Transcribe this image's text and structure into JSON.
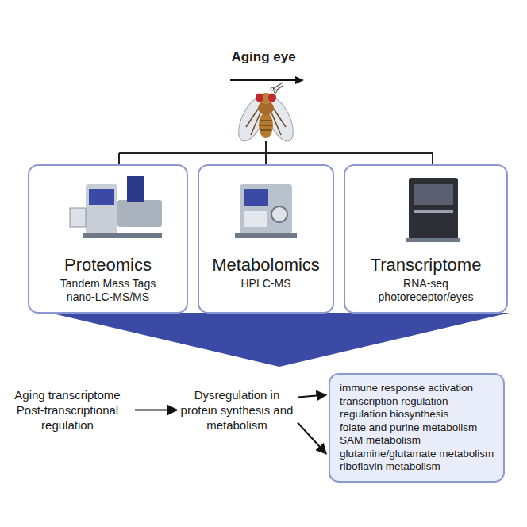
{
  "diagram": {
    "title": "Aging eye",
    "nodes": [
      {
        "text": [
          "Proteomics",
          "Tandem Mass Tags nano-LC-MS/MS"
        ]
      },
      {
        "text": [
          "Metabolomics",
          "HPLC-MS"
        ]
      },
      {
        "text": [
          "Transcriptome",
          "RNA-seq photoreceptor/eyes"
        ]
      },
      {
        "text": [
          "Aging transcriptome Post-transcriptional regulation"
        ]
      },
      {
        "text": [
          "Dysregulation in protein synthesis and metabolism"
        ]
      },
      {
        "text": [
          "immune response activation",
          "transcription regulation",
          "regulation biosynthesis",
          "folate and purine metabolism",
          "SAM metabolism",
          "glutamine/glutamate metabolism",
          "riboflavin metabolism"
        ]
      }
    ],
    "edges": [
      {
        "from": 3,
        "to": 4,
        "arrow": "to"
      },
      {
        "from": 4,
        "to": 5,
        "arrow": "to"
      },
      {
        "from": 4,
        "to": 5,
        "arrow": "to"
      }
    ]
  }
}
